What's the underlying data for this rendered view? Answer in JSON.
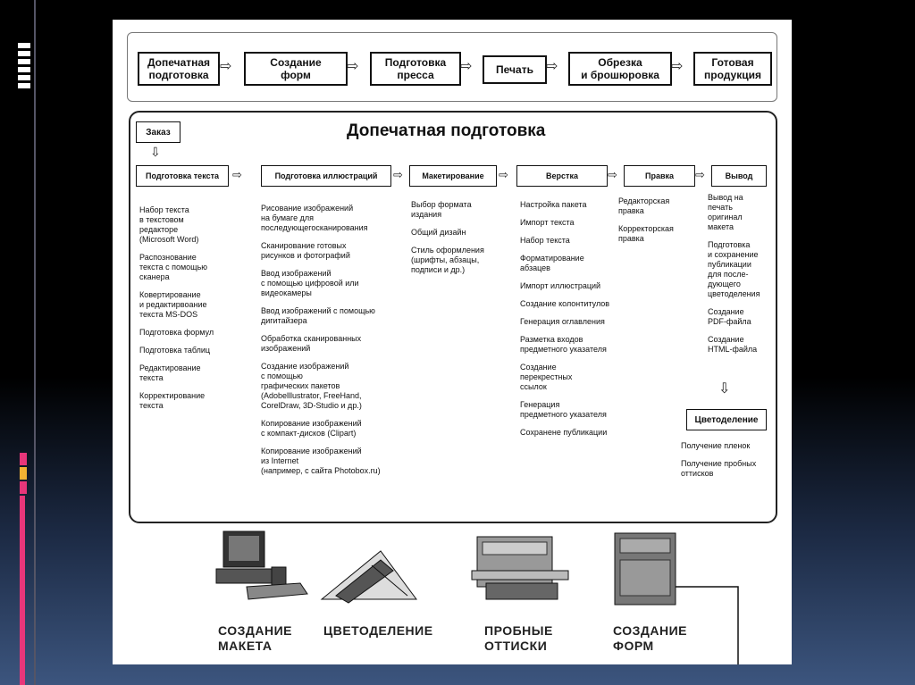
{
  "process": {
    "steps": [
      "Допечатная\nподготовка",
      "Создание\nформ",
      "Подготовка\nпресса",
      "Печать",
      "Обрезка\nи брошюровка",
      "Готовая\nпродукция"
    ]
  },
  "diagram": {
    "title": "Допечатная подготовка",
    "order_label": "Заказ",
    "stages": [
      "Подготовка текста",
      "Подготовка иллюстраций",
      "Макетирование",
      "Верстка",
      "Правка",
      "Вывод"
    ],
    "text_items": [
      "Набор текста\nв текстовом\nредакторе\n(Microsoft Word)",
      "Распознование\nтекста с помощью\nсканера",
      "Ковертирование\n и редактирвоание\nтекста MS-DOS",
      "Подготовка формул",
      "Подготовка таблиц",
      "Редактирование\nтекста",
      "Корректирование\nтекста"
    ],
    "illustration_items": [
      "Рисование изображений\nна бумаге для\nпоследующегосканирования",
      "Сканирование готовых\nрисунков и фотографий",
      "Ввод изображений\nс помощью цифровой или\nвидеокамеры",
      "Ввод изображений с помощью\nдигитайзера",
      "Обработка сканированных\nизображений",
      "Создание изображений\nс помощью\nграфических пакетов\n(Adobelllustrator, FreeHand,\nCorelDraw, 3D-Studio и др.)",
      "Копирование изображений\nс компакт-дисков (Clipart)",
      "Копирование изображений\nиз Internet\n(например, с сайта Photobox.ru)"
    ],
    "layout_items": [
      "Выбор формата\nиздания",
      "Общий дизайн",
      "Стиль оформления\n(шрифты, абзацы,\nподписи и др.)"
    ],
    "makeup_items": [
      "Настройка пакета",
      "Импорт текста",
      "Набор текста",
      "Форматирование\nабзацев",
      "Импорт иллюстраций",
      "Создание колонтитулов",
      "Генерация оглавления",
      "Разметка входов\nпредметного указателя",
      "Создание\nперекрестных\nссылок",
      "Генерация\nпредметного указателя",
      "Сохранене публикации"
    ],
    "edit_items": [
      "Редакторская\nправка",
      "Корректорская\nправка"
    ],
    "output_items": [
      "Вывод на\nпечать\nоригинал\nмакета",
      "Подготовка\nи сохранение\nпубликации\nдля после-\nдующего\nцветоделения",
      "Создание\nPDF-файла",
      "Создание\nHTML-файла"
    ],
    "separation_label": "Цветоделение",
    "separation_items": [
      "Получение пленок",
      "Получение пробных\nоттисков"
    ]
  },
  "bottom": {
    "labels": [
      "СОЗДАНИЕ\nМАКЕТА",
      "ЦВЕТОДЕЛЕНИЕ",
      "ПРОБНЫЕ\nОТТИСКИ",
      "СОЗДАНИЕ\nФОРМ"
    ]
  }
}
